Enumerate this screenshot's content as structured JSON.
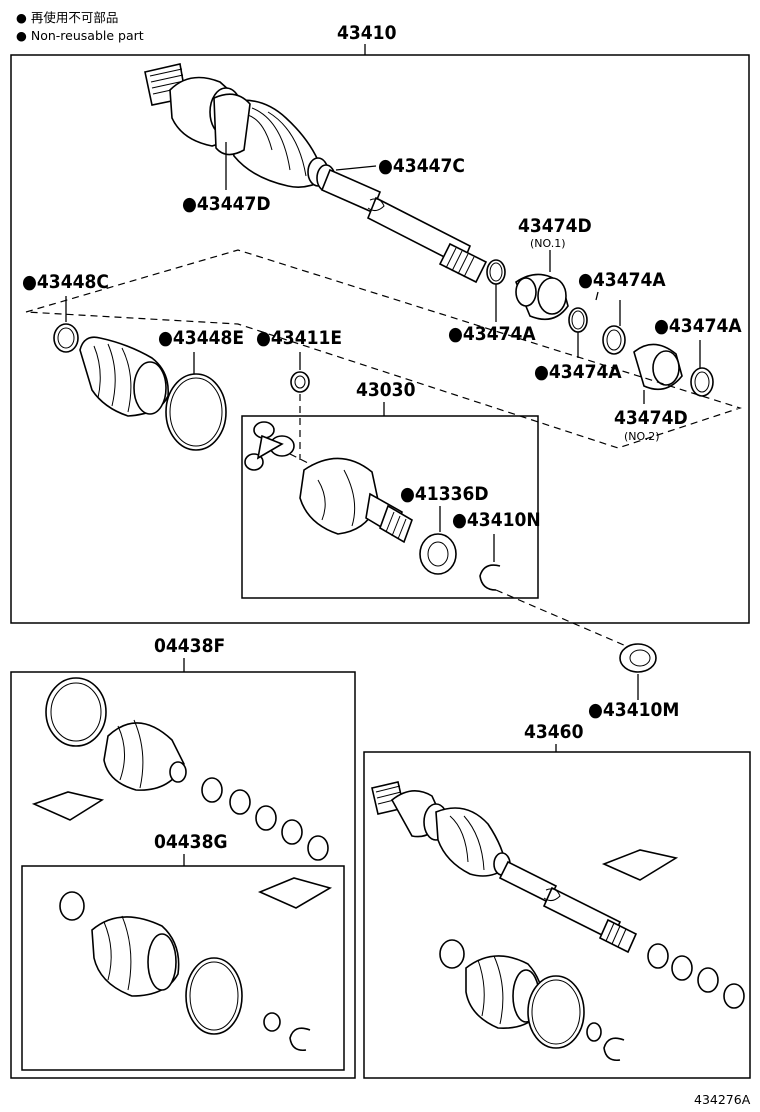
{
  "legend": {
    "line1": "● 再使用不可部品",
    "line2": "● Non-reusable part"
  },
  "parts": {
    "p43410": "43410",
    "p43447C": "●43447C",
    "p43447D": "●43447D",
    "p43474D_top": "43474D",
    "p43474D_top_sub": "(NO.1)",
    "p43448C": "●43448C",
    "p43474A_1": "●43474A",
    "p43474A_2": "●43474A",
    "p43474A_3": "●43474A",
    "p43474A_4": "●43474A",
    "p43448E": "●43448E",
    "p43411E": "●43411E",
    "p43030": "43030",
    "p43474D_bot": "43474D",
    "p43474D_bot_sub": "(NO.2)",
    "p41336D": "●41336D",
    "p43410N": "●43410N",
    "p04438F": "04438F",
    "p43410M": "●43410M",
    "p43460": "43460",
    "p04438G": "04438G"
  },
  "figure_id": "434276A"
}
